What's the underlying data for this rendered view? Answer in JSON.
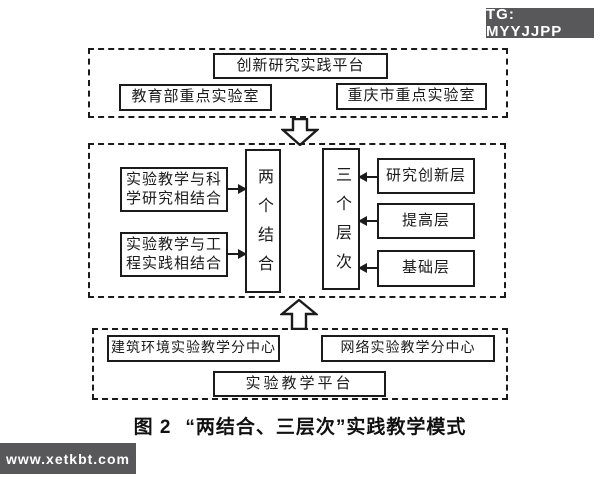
{
  "badge": {
    "label": "TG: MYYJJPP"
  },
  "watermark": {
    "label": "www.xetkbt.com"
  },
  "diagram": {
    "top_platform": {
      "title": "创新研究实践平台",
      "items": [
        "教育部重点实验室",
        "重庆市重点实验室"
      ]
    },
    "middle_platform": {
      "combine_items": [
        "实验教学与科学研究相结合",
        "实验教学与工程实践相结合"
      ],
      "combine_hub": "两个结合",
      "level_hub": "三个层次",
      "level_items": [
        "研究创新层",
        "提高层",
        "基础层"
      ]
    },
    "bottom_platform": {
      "items": [
        "建筑环境实验教学分中心",
        "网络实验教学分中心"
      ],
      "title": "实验教学平台"
    }
  },
  "caption": {
    "figure_label": "图 2",
    "title": "“两结合、三层次”实践教学模式"
  },
  "icons": {
    "down_block_arrow": "hollow-block-arrow-down",
    "up_block_arrow": "hollow-block-arrow-up",
    "right_line_arrow": "line-arrow-right",
    "left_line_arrow": "line-arrow-left"
  },
  "colors": {
    "line": "#1b1b1b",
    "badge_bg": "#58585a",
    "watermark_bg": "#58585a",
    "background": "#ffffff"
  }
}
